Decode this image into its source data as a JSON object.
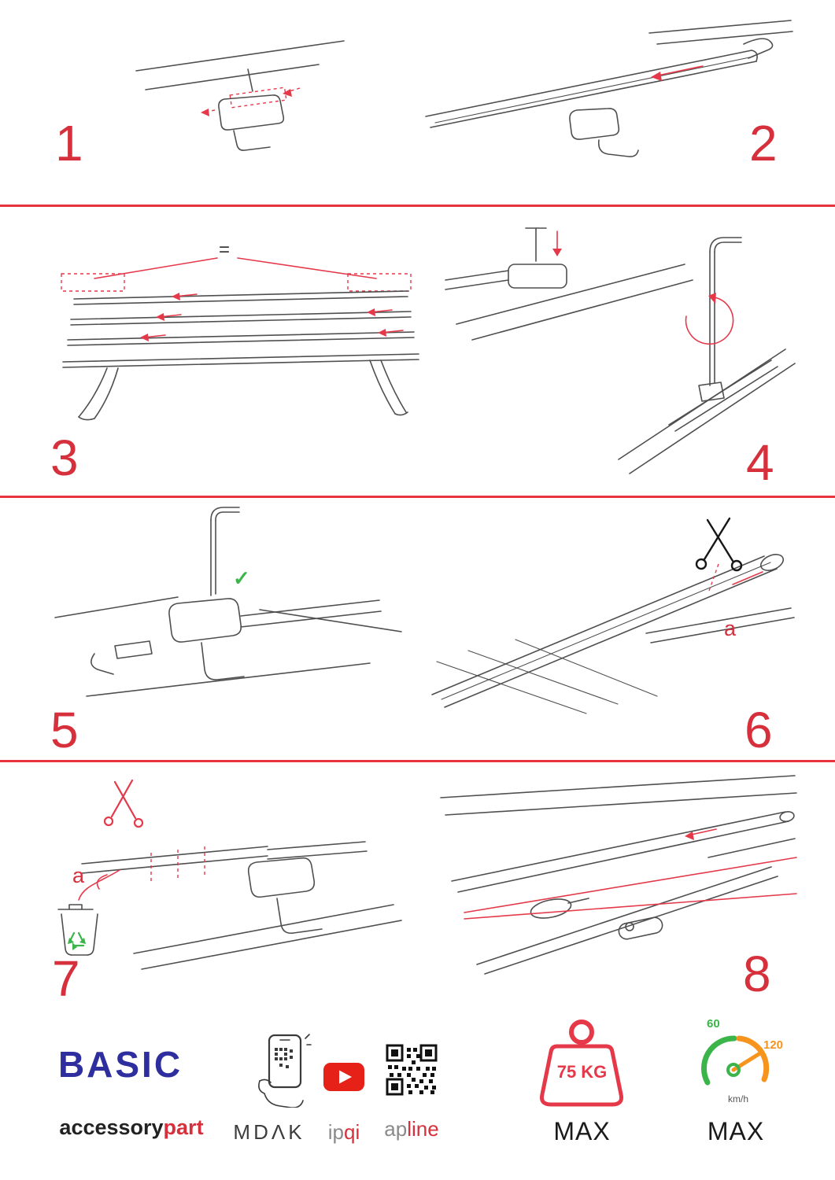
{
  "page": {
    "accent_red": "#d6303c",
    "divider_red": "#e8333f",
    "sketch_gray": "#4f4f4f",
    "green": "#3bb54a",
    "orange": "#f7941d",
    "blue": "#2e2e9e"
  },
  "steps": [
    {
      "number": "1"
    },
    {
      "number": "2"
    },
    {
      "number": "3"
    },
    {
      "number": "4"
    },
    {
      "number": "5"
    },
    {
      "number": "6"
    },
    {
      "number": "7"
    },
    {
      "number": "8"
    }
  ],
  "annotations": {
    "equals": "=",
    "check": "✓",
    "label_a_step6": "a",
    "label_a_step7": "a"
  },
  "footer": {
    "product_name": "BASIC",
    "brand_black": "accessory",
    "brand_red": "part",
    "logo_mdak": "MDΛK",
    "logo_ip": "ip",
    "logo_qi": "qi",
    "logo_ap": "ap",
    "logo_line": "line",
    "weight_value": "75 KG",
    "weight_max": "MAX",
    "speed_60": "60",
    "speed_120": "120",
    "speed_unit": "km/h",
    "speed_max": "MAX"
  }
}
